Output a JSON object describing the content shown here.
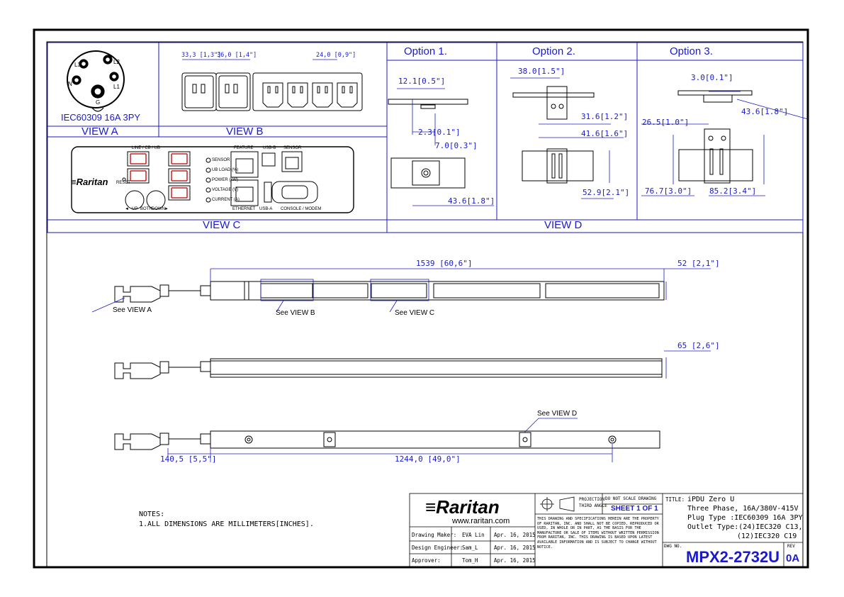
{
  "views": {
    "view_a": {
      "label": "VIEW A",
      "plug_label": "IEC60309 16A 3PY",
      "pins": [
        "L3",
        "L2",
        "N",
        "L1",
        "G"
      ]
    },
    "view_b": {
      "label": "VIEW B",
      "dims": [
        "33,3 [1,3\"]",
        "36,0 [1,4\"]",
        "24,0 [0,9\"]"
      ]
    },
    "view_c": {
      "label": "VIEW C",
      "display_header": "LINE / CB / UB",
      "brand": "Raritan",
      "reset": "RESET",
      "nav_left": "◄",
      "nav_up": "UP",
      "nav_both": "BOTH",
      "nav_down": "DOWN",
      "nav_right": "►",
      "indicators": [
        "SENSOR",
        "UB LOAD (%)",
        "POWER (kW)",
        "VOLTAGE (V)",
        "CURRENT (A)"
      ],
      "ports_top": [
        "FEATURE",
        "USB-B",
        "SENSOR"
      ],
      "ports_bottom": [
        "ETHERNET",
        "USB-A",
        "CONSOLE / MODEM"
      ]
    },
    "view_d": {
      "label": "VIEW D",
      "option1": {
        "title": "Option 1.",
        "dims": [
          "12.1[0.5\"]",
          "2.3[0.1\"]",
          "7.0[0.3\"]",
          "43.6[1.8\"]"
        ]
      },
      "option2": {
        "title": "Option  2.",
        "dims": [
          "38.0[1.5\"]",
          "31.6[1.2\"]",
          "41.6[1.6\"]",
          "52.9[2.1\"]"
        ]
      },
      "option3": {
        "title": "Option 3.",
        "dims": [
          "3.0[0.1\"]",
          "43.6[1.8\"]",
          "26.5[1.0\"]",
          "76.7[3.0\"]",
          "85.2[3.4\"]"
        ]
      }
    }
  },
  "elevations": {
    "front": {
      "length_dim": "1539 [60,6\"]",
      "depth_dim": "52 [2,1\"]",
      "callouts": [
        "See VIEW A",
        "See VIEW B",
        "See VIEW C"
      ]
    },
    "side": {
      "depth_dim": "65 [2,6\"]"
    },
    "back": {
      "callout": "See VIEW D",
      "offset_dim": "140,5 [5,5\"]",
      "spacing_dim": "1244,0 [49,0\"]"
    }
  },
  "notes": {
    "heading": "NOTES:",
    "line1": "1.ALL DIMENSIONS ARE MILLIMETERS[INCHES]."
  },
  "title_block": {
    "brand": "Raritan",
    "website": "www.raritan.com",
    "projection_line1": "PROJECTION",
    "projection_line2": "THIRD ANGLE",
    "do_not_scale": "DO NOT SCALE DRAWING",
    "sheet": "SHEET 1 OF 1",
    "legal": "THIS DRAWING AND SPECIFICATIONS HEREIN ARE THE PROPERTY OF RARITAN, INC. AND SHALL NOT BE COPIED, REPRODUCED OR USED, IN WHOLE OR IN PART, AS THE BASIS FOR THE MANUFACTURE OR SALE OF ITEMS WITHOUT WRITTEN PERMISSION FROM RARITAN, INC. THIS DRAWING IS BASED UPON LATEST AVAILABLE INFORMATION AND IS SUBJECT TO CHANGE WITHOUT NOTICE.",
    "roles": [
      {
        "role": "Drawing Maker:",
        "name": "EVA Lin",
        "date": "Apr. 16, 2015"
      },
      {
        "role": "Design Engineer:",
        "name": "Sam_L",
        "date": "Apr. 16, 2015"
      },
      {
        "role": "Approver:",
        "name": "Tom_H",
        "date": "Apr. 16, 2015"
      }
    ],
    "title_label": "TITLE:",
    "title_lines": [
      "iPDU Zero U",
      "Three Phase, 16A/380V-415V",
      "Plug Type :IEC60309 16A 3PY",
      "Outlet Type:(24)IEC320 C13,",
      "(12)IEC320 C19"
    ],
    "dwg_label": "DWG NO.",
    "dwg_no": "MPX2-2732U",
    "rev_label": "REV",
    "rev": "0A"
  },
  "colors": {
    "accent": "#1a1acc",
    "line": "#000000"
  }
}
